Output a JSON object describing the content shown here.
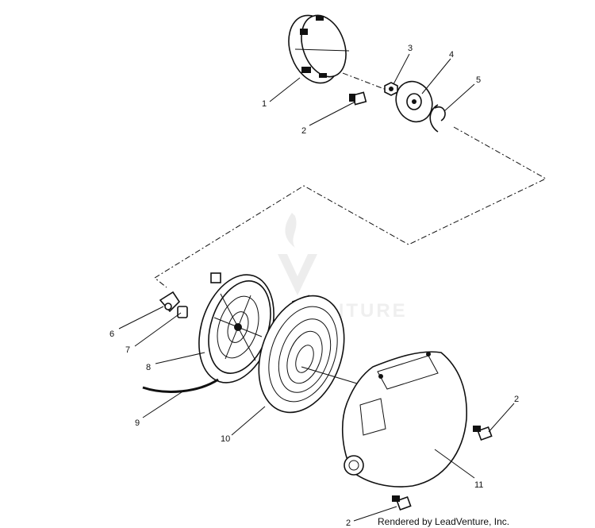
{
  "diagram": {
    "callouts": [
      "1",
      "2",
      "3",
      "4",
      "5",
      "6",
      "7",
      "8",
      "9",
      "10",
      "11",
      "2",
      "2"
    ],
    "credit": "Rendered by LeadVenture, Inc.",
    "watermark": "VENTURE"
  }
}
